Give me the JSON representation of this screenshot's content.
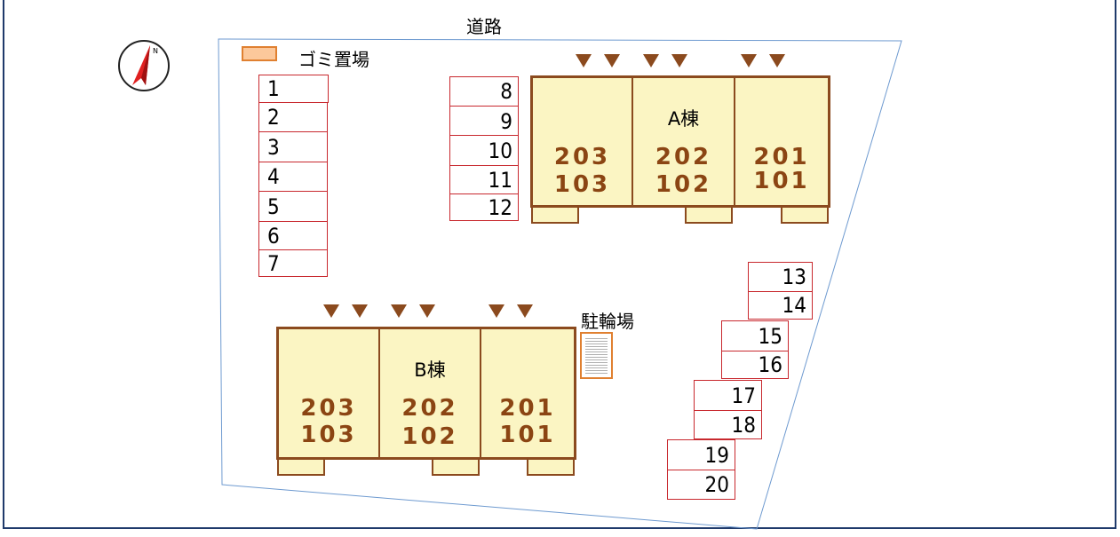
{
  "road_label": "道路",
  "compass": {
    "icon": "north-arrow-icon",
    "letter": "N"
  },
  "legend": {
    "label": "ゴミ置場",
    "color": "#fcc89b",
    "border": "#e08030"
  },
  "bike_parking": {
    "label": "駐輪場"
  },
  "parking": {
    "group1": [
      "1",
      "2",
      "3",
      "4",
      "5",
      "6",
      "7"
    ],
    "group2": [
      "8",
      "9",
      "10",
      "11",
      "12"
    ],
    "group3": [
      "13",
      "14",
      "15",
      "16",
      "17",
      "18",
      "19",
      "20"
    ]
  },
  "buildings": {
    "a": {
      "name": "A棟",
      "units": [
        {
          "upper": "203",
          "lower": "103"
        },
        {
          "upper": "202",
          "lower": "102"
        },
        {
          "upper": "201",
          "lower": "101"
        }
      ]
    },
    "b": {
      "name": "B棟",
      "units": [
        {
          "upper": "203",
          "lower": "103"
        },
        {
          "upper": "202",
          "lower": "102"
        },
        {
          "upper": "201",
          "lower": "101"
        }
      ]
    }
  },
  "colors": {
    "building_fill": "#fbf5c3",
    "building_border": "#8b4a1e",
    "room_text": "#8b4513",
    "slot_border": "#c8282e",
    "lot_line": "#6e9ad0",
    "frame": "#1f3a6b"
  }
}
